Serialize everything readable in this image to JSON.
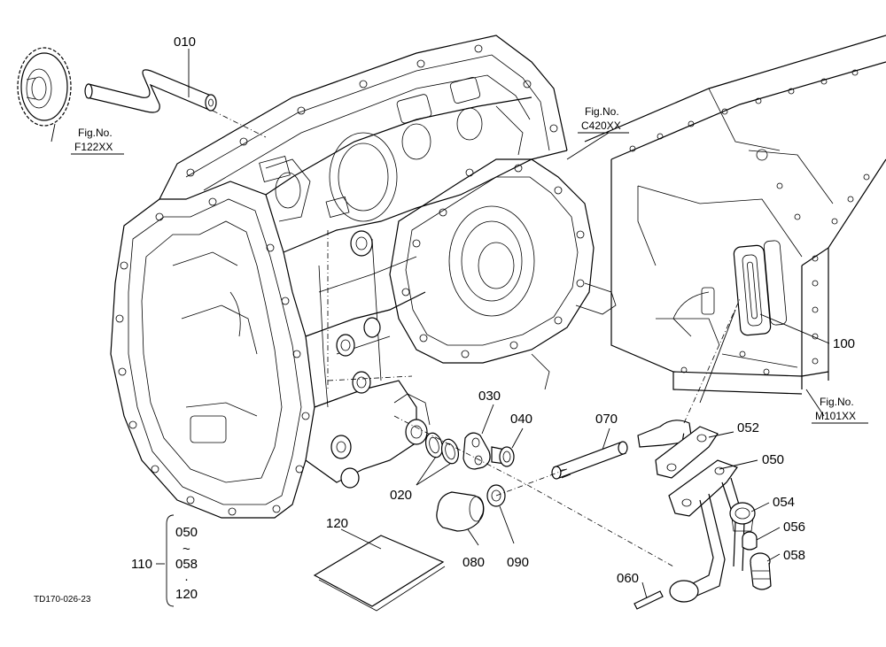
{
  "part_labels": {
    "p010": "010",
    "p020": "020",
    "p030": "030",
    "p040": "040",
    "p050": "050",
    "p052": "052",
    "p054": "054",
    "p056": "056",
    "p058": "058",
    "p060": "060",
    "p070": "070",
    "p080": "080",
    "p090": "090",
    "p100": "100",
    "p120": "120"
  },
  "fig_refs": {
    "f122": {
      "line1": "Fig.No.",
      "line2": "F122XX"
    },
    "c420": {
      "line1": "Fig.No.",
      "line2": "C420XX"
    },
    "m101": {
      "line1": "Fig.No.",
      "line2": "M101XX"
    }
  },
  "assembly_group": {
    "label": "110",
    "items": [
      "050",
      "~",
      "058",
      "·",
      "120"
    ]
  },
  "drawing_code": "TD170-026-23"
}
